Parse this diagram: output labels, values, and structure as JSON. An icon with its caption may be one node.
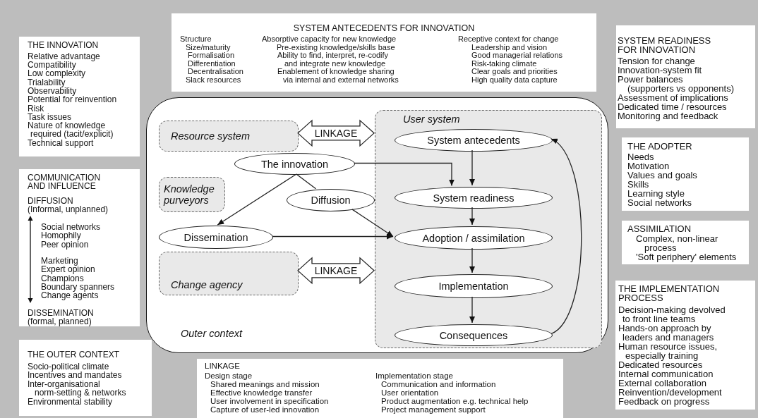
{
  "diagram": {
    "nodes": [
      {
        "text": [
          "SYSTEM ANTECEDENTS FOR INNOVATION",
          "Structure",
          "Size/maturity",
          "Formalisation",
          "Differentiation",
          "Decentralisation",
          "Slack resources",
          "Absorptive capacity for new knowledge",
          "Pre-existing knowledge/skills base",
          "Ability to find, interpret, re-codify and integrate new knowledge",
          "Enablement of knowledge sharing via internal and external networks",
          "Receptive context for change",
          "Leadership and vision",
          "Good managerial relations",
          "Risk-taking climate",
          "Clear goals and priorities",
          "High quality data capture"
        ]
      },
      {
        "text": [
          "THE INNOVATION",
          "Relative advantage",
          "Compatibility",
          "Low complexity",
          "Trialability",
          "Observability",
          "Potential for reinvention",
          "Risk",
          "Task issues",
          "Nature of knowledge required (tacit/explicit)",
          "Technical support"
        ]
      },
      {
        "text": [
          "SYSTEM READINESS FOR INNOVATION",
          "Tension for change",
          "Innovation-system fit",
          "Power balances (supporters vs opponents)",
          "Assessment of implications",
          "Dedicated time / resources",
          "Monitoring and feedback"
        ]
      },
      {
        "text": [
          "Outer context"
        ]
      },
      {
        "text": [
          "Resource system"
        ],
        "in": 3
      },
      {
        "text": [
          "Knowledge purveyors"
        ],
        "in": 3
      },
      {
        "text": [
          "Change agency"
        ],
        "in": 3
      },
      {
        "text": [
          "User system"
        ],
        "in": 3
      },
      {
        "text": [
          "The innovation"
        ],
        "in": 3
      },
      {
        "text": [
          "Diffusion"
        ],
        "in": 3
      },
      {
        "text": [
          "Dissemination"
        ],
        "in": 3
      },
      {
        "text": [
          "System antecedents"
        ],
        "in": 7
      },
      {
        "text": [
          "System readiness"
        ],
        "in": 7
      },
      {
        "text": [
          "Adoption / assimilation"
        ],
        "in": 7
      },
      {
        "text": [
          "Implementation"
        ],
        "in": 7
      },
      {
        "text": [
          "Consequences"
        ],
        "in": 7
      },
      {
        "text": [
          "THE ADOPTER",
          "Needs",
          "Motivation",
          "Values and goals",
          "Skills",
          "Learning style",
          "Social networks"
        ]
      },
      {
        "text": [
          "COMMUNICATION AND INFLUENCE",
          "DIFFUSION",
          "(Informal, unplanned)",
          "Social networks",
          "Homophily",
          "Peer opinion",
          "Marketing",
          "Expert opinion",
          "Champions",
          "Boundary spanners",
          "Change agents",
          "DISSEMINATION",
          "(formal, planned)"
        ]
      },
      {
        "text": [
          "ASSIMILATION",
          "Complex, non-linear process",
          "'Soft periphery' elements"
        ]
      },
      {
        "text": [
          "THE IMPLEMENTATION PROCESS",
          "Decision-making devolved to front line teams",
          "Hands-on approach by leaders and managers",
          "Human resource issues, especially training",
          "Dedicated resources",
          "Internal communication",
          "External collaboration",
          "Reinvention/development",
          "Feedback on progress"
        ]
      },
      {
        "text": [
          "THE OUTER CONTEXT",
          "Socio-political climate",
          "Incentives and mandates",
          "Inter-organisational norm-setting & networks",
          "Environmental stability"
        ]
      },
      {
        "text": [
          "LINKAGE",
          "Design stage",
          "Shared meanings and mission",
          "Effective knowledge transfer",
          "User involvement in specification",
          "Capture of user-led innovation",
          "Implementation stage",
          "Communication and information",
          "User orientation",
          "Product augmentation e.g. technical help",
          "Project management support"
        ]
      }
    ],
    "edges": [
      {
        "from": 4,
        "to": 7,
        "arrow": "both",
        "label": "LINKAGE",
        "style": "thick"
      },
      {
        "from": 8,
        "to": 12,
        "arrow": "to"
      },
      {
        "from": 8,
        "to": 10,
        "arrow": "to"
      },
      {
        "from": 8,
        "to": 9,
        "arrow": "none"
      },
      {
        "from": 9,
        "to": 13,
        "arrow": "to"
      },
      {
        "from": 10,
        "to": 13,
        "arrow": "to"
      },
      {
        "from": 11,
        "to": 12,
        "arrow": "to"
      },
      {
        "from": 12,
        "to": 13,
        "arrow": "to"
      },
      {
        "from": 13,
        "to": 14,
        "arrow": "to"
      },
      {
        "from": 14,
        "to": 15,
        "arrow": "to"
      },
      {
        "from": 15,
        "to": 11,
        "arrow": "to"
      },
      {
        "from": 6,
        "to": 7,
        "arrow": "both",
        "label": "LINKAGE",
        "style": "thick"
      }
    ]
  }
}
